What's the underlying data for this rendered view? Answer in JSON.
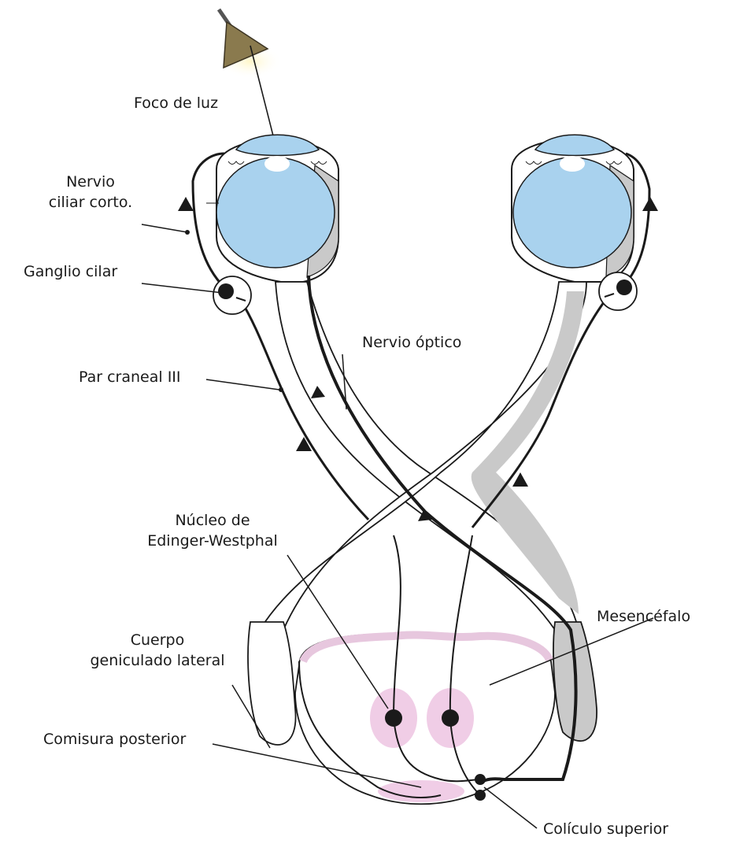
{
  "labels": {
    "foco": "Foco de luz",
    "nervio_ciliar": [
      "Nervio",
      "ciliar corto."
    ],
    "ganglio": "Ganglio cilar",
    "nervio_optico": "Nervio óptico",
    "par_craneal": "Par craneal III",
    "nucleo": [
      "Núcleo de",
      "Edinger-Westphal"
    ],
    "mesencefalo": "Mesencéfalo",
    "cuerpo": [
      "Cuerpo",
      "geniculado lateral"
    ],
    "comisura": "Comisura posterior",
    "coliculo": "Colículo superior"
  },
  "colors": {
    "eye_fill": "#a9d2ee",
    "eye_dark": "#8bbfe2",
    "nerve_shade": "#c9c9c9",
    "nucleus_pink": "#f0cde6",
    "midbrain_band": "#e7c7de",
    "lamp": "#8a7a4e",
    "lamp_glow": "#fbf0b8",
    "ink": "#1a1a1a"
  }
}
